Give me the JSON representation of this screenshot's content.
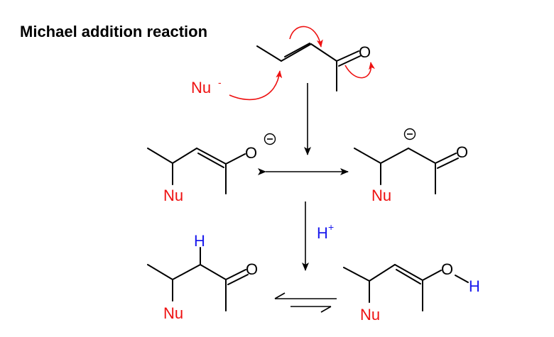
{
  "title": "Michael addition reaction",
  "colors": {
    "bond": "#000000",
    "nucleophile": "#ee1111",
    "proton": "#1a1aee",
    "oxygen": "#000000"
  },
  "atoms": {
    "nu": "Nu",
    "o": "O",
    "h": "H",
    "minus": "-",
    "plus": "+",
    "charge_minus": "−"
  },
  "reagents": {
    "proton_label": "H",
    "proton_charge": "+"
  },
  "icons": {
    "curly_arrow": "curly-electron-arrow",
    "reaction_arrow": "reaction-arrow",
    "resonance_arrow": "resonance-double-headed-arrow",
    "equilibrium_arrow": "equilibrium-arrows",
    "charge_circle": "circled-minus-charge"
  }
}
